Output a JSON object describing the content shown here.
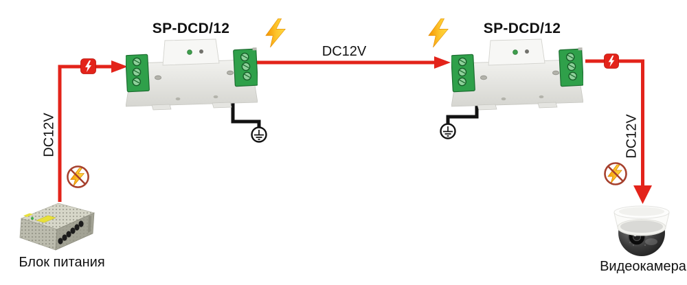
{
  "diagram": {
    "background": "#ffffff",
    "colors": {
      "wire_red": "#e3231a",
      "ground_black": "#121212",
      "terminal_green": "#2fa04a",
      "bolt_yellow": "#ffd83d",
      "bolt_orange": "#f59300",
      "prohibit_ring": "#a6402d",
      "text": "#111111"
    },
    "devices": {
      "spd1": {
        "title": "SP-DCD/12"
      },
      "spd2": {
        "title": "SP-DCD/12"
      }
    },
    "wires": {
      "input": {
        "label": "DC12V"
      },
      "link": {
        "label": "DC12V"
      },
      "output": {
        "label": "DC12V"
      }
    },
    "endpoints": {
      "power_supply": {
        "label": "Блок питания"
      },
      "camera": {
        "label": "Видеокамера"
      }
    },
    "icons": {
      "surge_badge": "lightning-in-red-box",
      "surge_bolt": "lightning-bolt",
      "no_surge": "no-lightning",
      "ground": "earth-ground"
    }
  }
}
